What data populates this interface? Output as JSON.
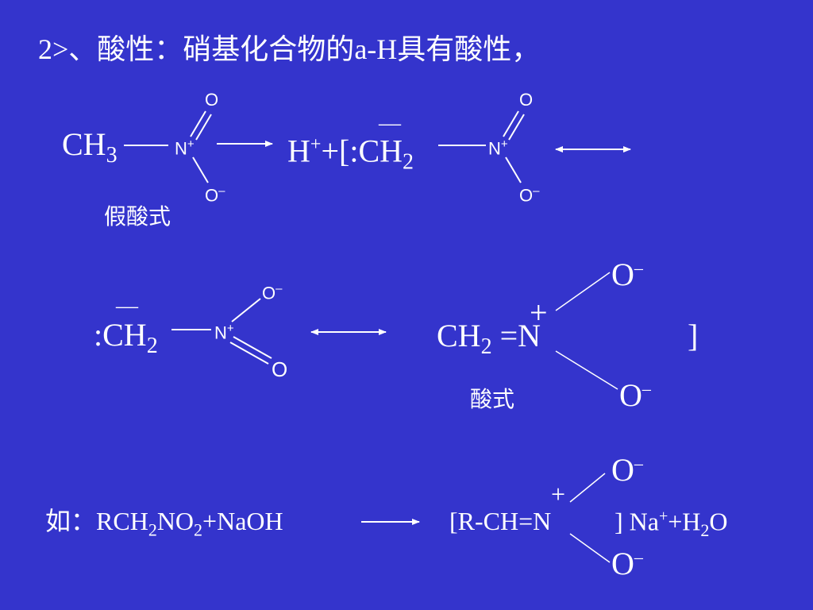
{
  "title": {
    "prefix": "2>、酸性：硝基化合物的",
    "alpha": "a",
    "suffix": "-H具有酸性，"
  },
  "row1": {
    "ch3": "CH",
    "ch3_sub": "3",
    "n1": "N",
    "n1_sup": "+",
    "o1_top": "O",
    "o1_bot": "O",
    "o1_bot_sup": "–",
    "h_plus_a": "H",
    "h_plus_sup": "+",
    "h_plus_b": "+[",
    "colon": ":",
    "ch2_bar": "—",
    "ch2": "CH",
    "ch2_sub": "2",
    "n2": "N",
    "n2_sup": "+",
    "o2_top": "O",
    "o2_bot": "O",
    "o2_bot_sup": "–",
    "label": "假酸式"
  },
  "row2": {
    "colon": ":",
    "ch2_bar": "—",
    "ch2": "CH",
    "ch2_sub": "2",
    "n": "N",
    "n_sup": "+",
    "o_top": "O",
    "o_top_sup": "–",
    "o_bot": "O",
    "right_ch2": "CH",
    "right_ch2_sub": "2",
    "right_eq_n": " =N",
    "right_plus": "+",
    "right_o_top": "O",
    "right_o_top_sup": "–",
    "right_o_bot": "O",
    "right_o_bot_sup": "–",
    "right_bracket": "]",
    "label": "酸式"
  },
  "row3": {
    "prefix": "如：",
    "rch": "RCH",
    "sub1": "2",
    "no": "NO",
    "sub2": "2",
    "naoh": "+NaOH",
    "product": "[R-CH=N",
    "plus": "+",
    "o_top": "O",
    "o_top_sup": "–",
    "o_bot": "O",
    "o_bot_sup": "–",
    "bracket_na": "] Na",
    "na_sup": "+",
    "h2": "+H",
    "h2_sub": "2",
    "o": "O"
  }
}
